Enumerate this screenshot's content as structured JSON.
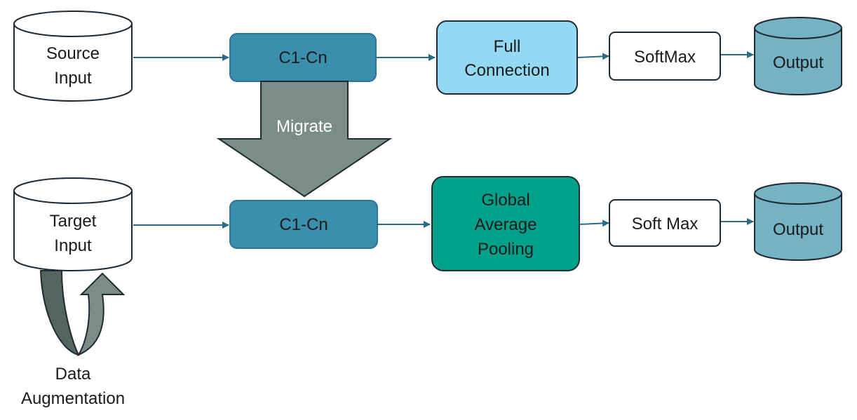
{
  "nodes": {
    "source_input": {
      "line1": "Source",
      "line2": "Input"
    },
    "target_input": {
      "line1": "Target",
      "line2": "Input"
    },
    "conv_top": {
      "label": "C1-Cn"
    },
    "conv_bottom": {
      "label": "C1-Cn"
    },
    "full_connection": {
      "line1": "Full",
      "line2": "Connection"
    },
    "global_avg_pooling": {
      "line1": "Global",
      "line2": "Average",
      "line3": "Pooling"
    },
    "softmax_top": {
      "label": "SoftMax"
    },
    "softmax_bottom": {
      "label": "Soft Max"
    },
    "output_top": {
      "label": "Output"
    },
    "output_bottom": {
      "label": "Output"
    }
  },
  "migrate": {
    "label": "Migrate"
  },
  "data_augmentation": {
    "line1": "Data",
    "line2": "Augmentation"
  },
  "colors": {
    "conv": "#3a8fad",
    "conv_border": "#2e7591",
    "full_connection": "#94d9f4",
    "global_avg_pooling": "#00a08a",
    "output": "#75b2c4",
    "migrate_arrow": "#7b8e86",
    "loop_dark": "#55645d",
    "loop_light": "#7d8d85",
    "connector": "#2b6a86",
    "outline": "#1f2a33"
  }
}
